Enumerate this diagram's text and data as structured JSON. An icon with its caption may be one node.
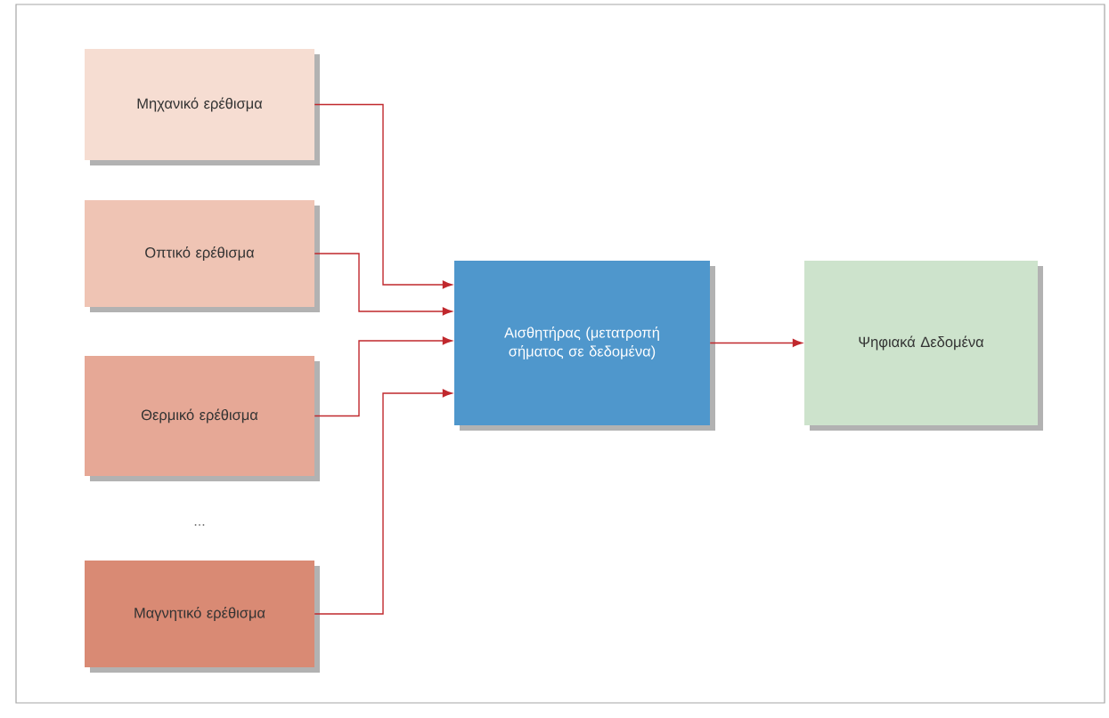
{
  "diagram": {
    "nodes": [
      {
        "text": [
          "Μηχανικό ερέθισμα"
        ]
      },
      {
        "text": [
          "Οπτικό ερέθισμα"
        ]
      },
      {
        "text": [
          "Θερμικό ερέθισμα"
        ]
      },
      {
        "text": [
          "Μαγνητικό ερέθισμα"
        ]
      },
      {
        "text": [
          "Αισθητήρας (μετατροπή σήματος σε δεδομένα)"
        ]
      },
      {
        "text": [
          "Ψηφιακά Δεδομένα"
        ]
      }
    ],
    "edges": [
      {
        "from": 0,
        "to": 4,
        "arrow": "to"
      },
      {
        "from": 1,
        "to": 4,
        "arrow": "to"
      },
      {
        "from": 2,
        "to": 4,
        "arrow": "to"
      },
      {
        "from": 3,
        "to": 4,
        "arrow": "to"
      },
      {
        "from": 4,
        "to": 5,
        "arrow": "to"
      }
    ],
    "labels": [
      "..."
    ]
  }
}
